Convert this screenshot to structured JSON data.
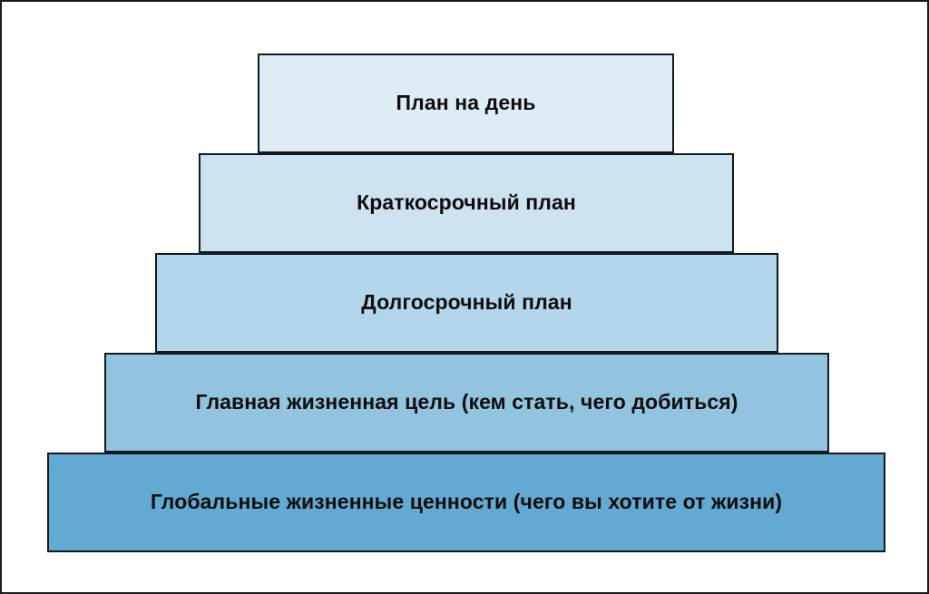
{
  "diagram": {
    "type": "pyramid",
    "orientation": "apex-top",
    "background_color": "#ffffff",
    "border_color": "#1a1a1a",
    "text_color": "#0d0d0d",
    "tier_count": 5,
    "tiers": [
      {
        "level": 1,
        "position": "top",
        "label": "План на день",
        "fill_color": "#deecf6",
        "stroke_color": "#101820"
      },
      {
        "level": 2,
        "position": "upper-middle",
        "label": "Краткосрочный план",
        "fill_color": "#cde3f0",
        "stroke_color": "#101820"
      },
      {
        "level": 3,
        "position": "middle",
        "label": "Долгосрочный план",
        "fill_color": "#b4d6ea",
        "stroke_color": "#101820"
      },
      {
        "level": 4,
        "position": "lower-middle",
        "label": "Главная жизненная цель (кем стать, чего добиться)",
        "fill_color": "#92c4e0",
        "stroke_color": "#101820"
      },
      {
        "level": 5,
        "position": "base",
        "label": "Глобальные жизненные ценности (чего вы хотите от жизни)",
        "fill_color": "#63aad2",
        "stroke_color": "#101820"
      }
    ]
  }
}
